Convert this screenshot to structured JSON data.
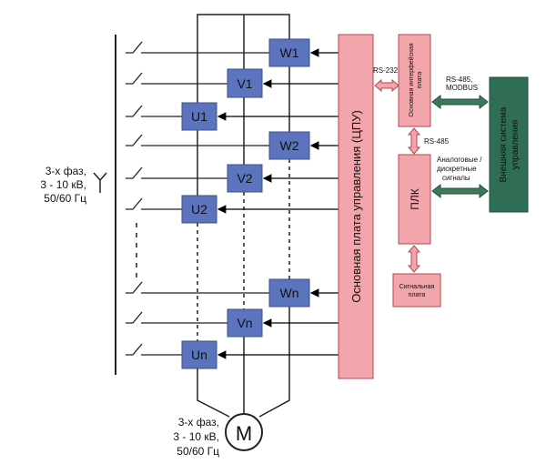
{
  "cells": {
    "w1": "W1",
    "v1": "V1",
    "u1": "U1",
    "w2": "W2",
    "v2": "V2",
    "u2": "U2",
    "wn": "Wn",
    "vn": "Vn",
    "un": "Un"
  },
  "input_supply": {
    "line1": "3-х фаз,",
    "line2": "3 - 10 кВ,",
    "line3": "50/60 Гц"
  },
  "output_supply": {
    "line1": "3-х фаз,",
    "line2": "3 - 10 кВ,",
    "line3": "50/60 Гц"
  },
  "motor_label": "M",
  "main_board": "Основная плата управления (ЦПУ)",
  "interface_board": {
    "line1": "Основная интерфейсная",
    "line2": "плата"
  },
  "plc": "ПЛК",
  "signal_board": {
    "line1": "Сигнальная",
    "line2": "плата"
  },
  "external_system": {
    "line1": "Внешняя система",
    "line2": "управления"
  },
  "links": {
    "rs232": "RS-232",
    "rs485": "RS-485",
    "rs485_modbus_1": "RS-485,",
    "rs485_modbus_2": "MODBUS",
    "analog_1": "Аналоговые /",
    "analog_2": "дискретные",
    "analog_3": "сигналы"
  },
  "colors": {
    "cell_fill": "#5b74bd",
    "board_fill": "#f2a6ab",
    "board_stroke": "#b5474f",
    "external_fill": "#2f6e55",
    "arrow_fill": "#3d7a5c"
  }
}
